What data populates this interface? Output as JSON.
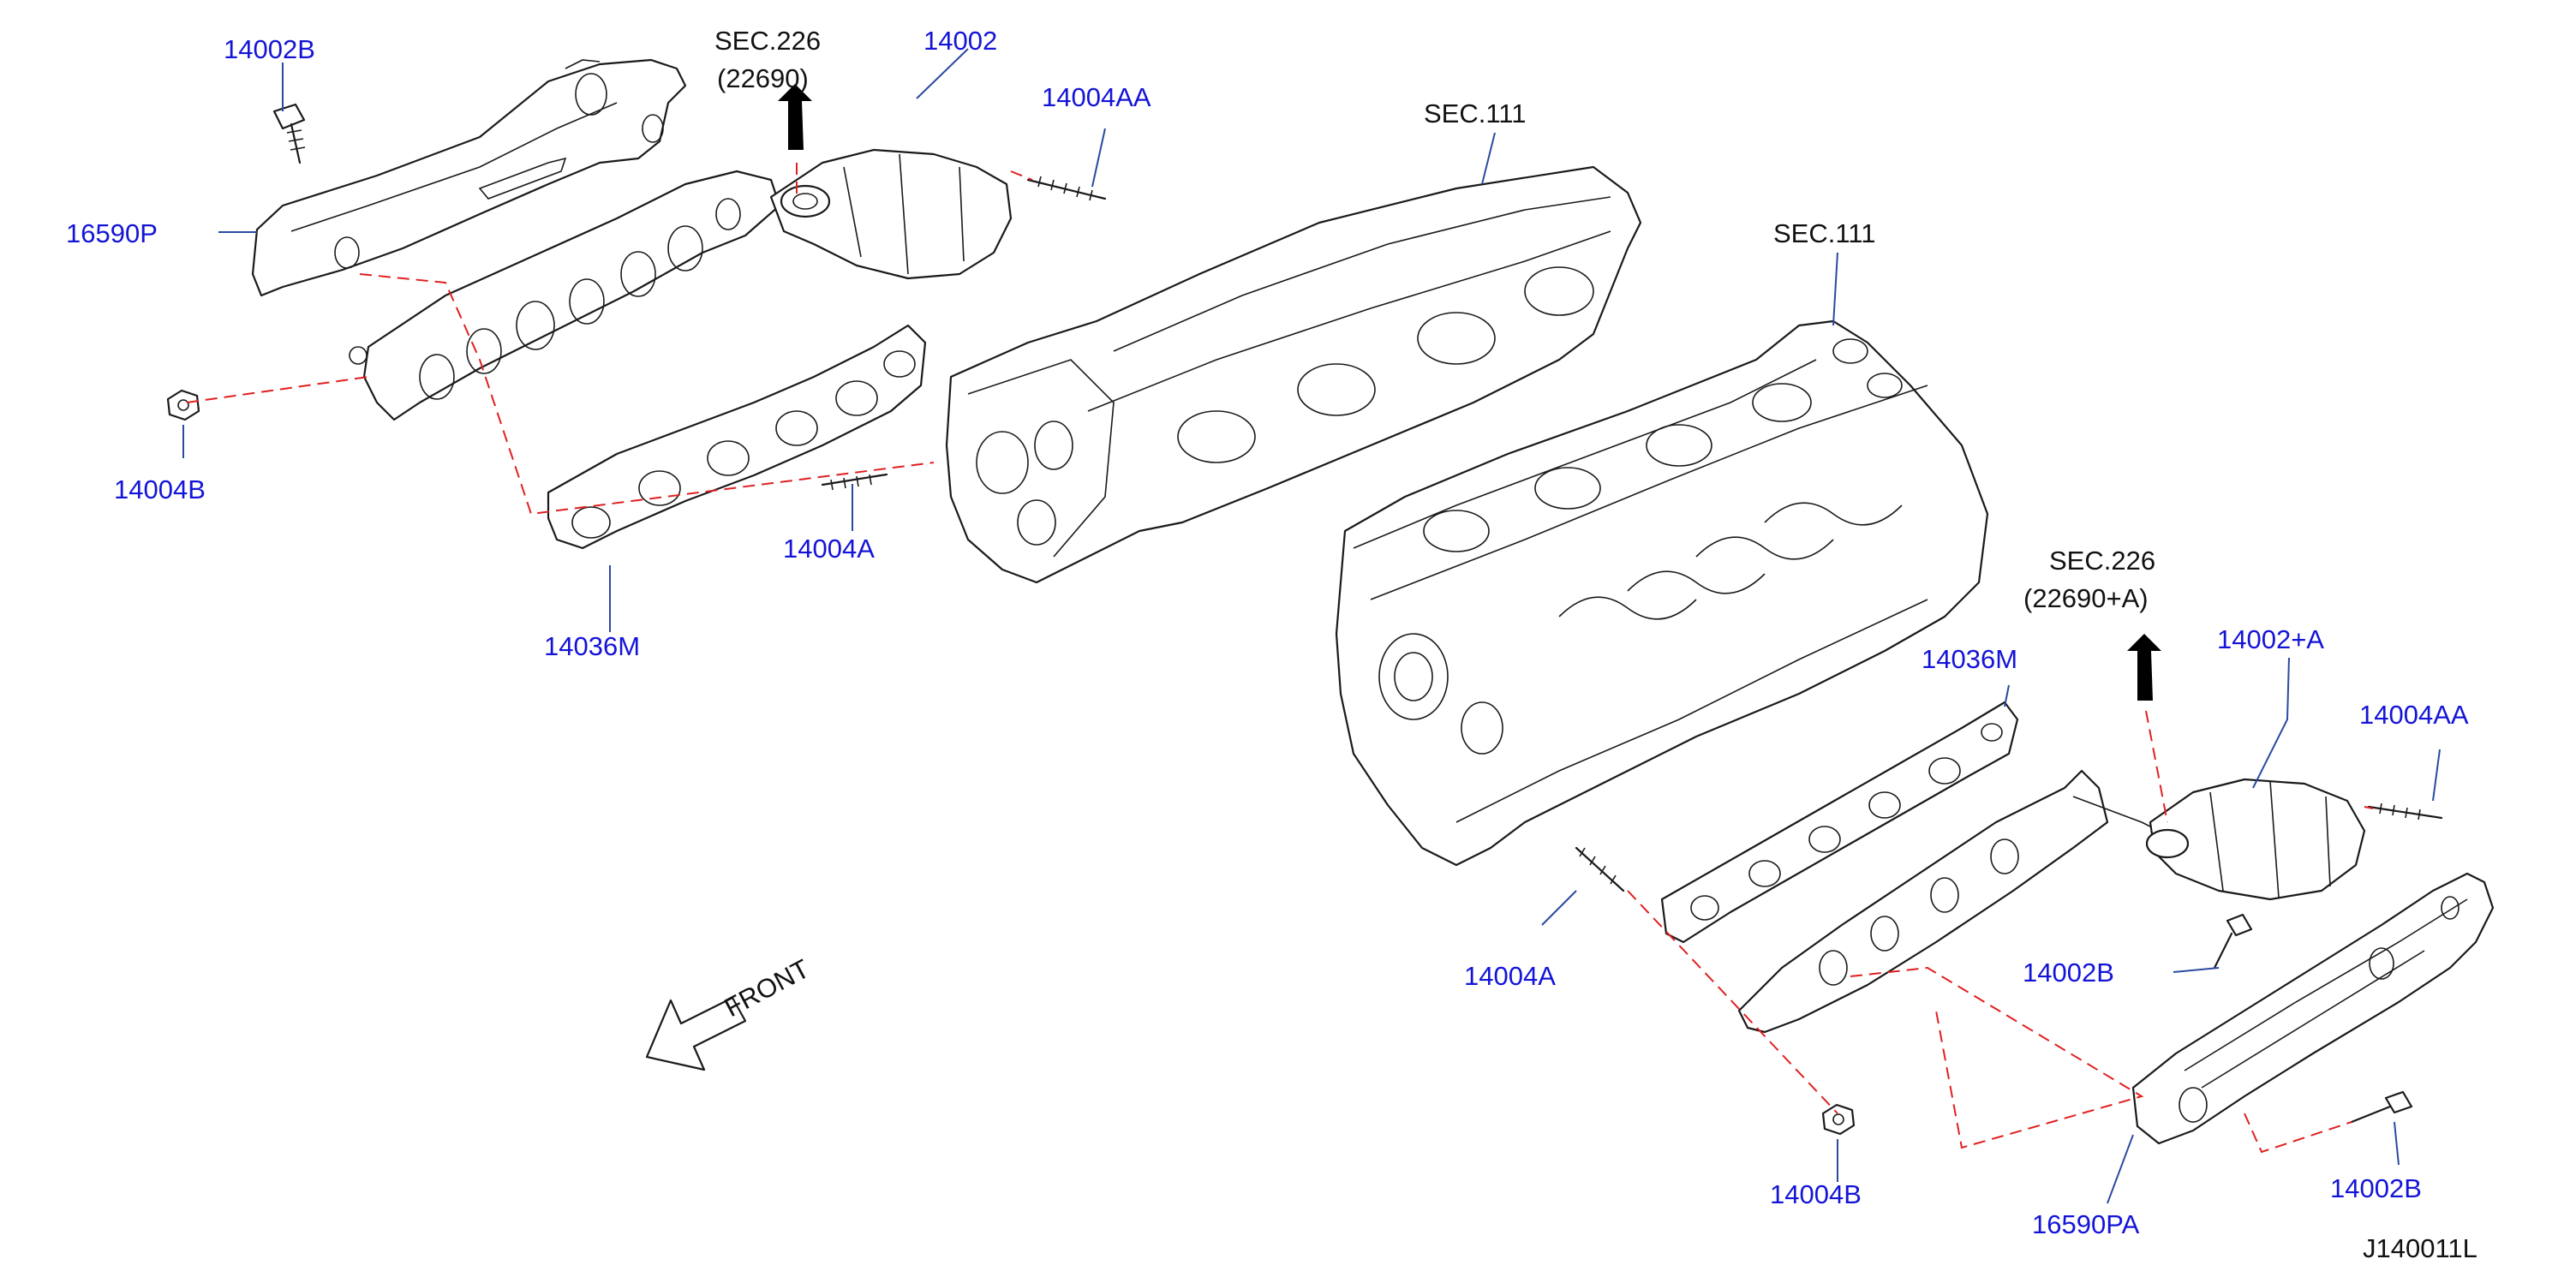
{
  "diagram": {
    "figure_code": "J140011L",
    "front_label": "FRONT",
    "section_refs": [
      {
        "id": "sec226-left",
        "line1": "SEC.226",
        "line2": "(22690)"
      },
      {
        "id": "sec111-top",
        "line1": "SEC.111"
      },
      {
        "id": "sec111-mid",
        "line1": "SEC.111"
      },
      {
        "id": "sec226-right",
        "line1": "SEC.226",
        "line2": "(22690+A)"
      }
    ],
    "callouts": {
      "c14002B_top": "14002B",
      "c14002": "14002",
      "c14004AA_top": "14004AA",
      "c16590P": "16590P",
      "c14004B_left": "14004B",
      "c14004A_left": "14004A",
      "c14036M_left": "14036M",
      "c14036M_right": "14036M",
      "c14002A": "14002+A",
      "c14004AA_right": "14004AA",
      "c14002B_mid": "14002B",
      "c14004A_right": "14004A",
      "c14004B_right": "14004B",
      "c16590PA": "16590PA",
      "c14002B_bottom": "14002B"
    },
    "colors": {
      "callout_text": "#1414d8",
      "leader_line": "#2b4aa0",
      "hidden_line": "#e02020",
      "outline": "#1a1a1a"
    }
  }
}
